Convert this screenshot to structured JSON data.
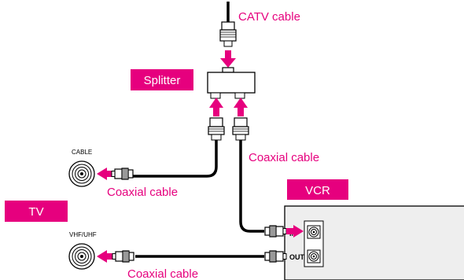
{
  "colors": {
    "accent": "#e6007e",
    "cable": "#000000",
    "device_fill": "#eeeeee"
  },
  "labels": {
    "catv": "CATV cable",
    "splitter": "Splitter",
    "coax_vcr": "Coaxial cable",
    "coax_cable_tv": "Coaxial cable",
    "vcr": "VCR",
    "tv": "TV",
    "coax_bottom": "Coaxial cable",
    "cable_port": "CABLE",
    "vhf_port": "VHF/UHF",
    "vcr_in": "IN",
    "vcr_out": "OUT"
  },
  "icons": {
    "connector": "f-connector-icon",
    "port": "coaxial-jack-icon",
    "arrow": "arrow-icon"
  }
}
